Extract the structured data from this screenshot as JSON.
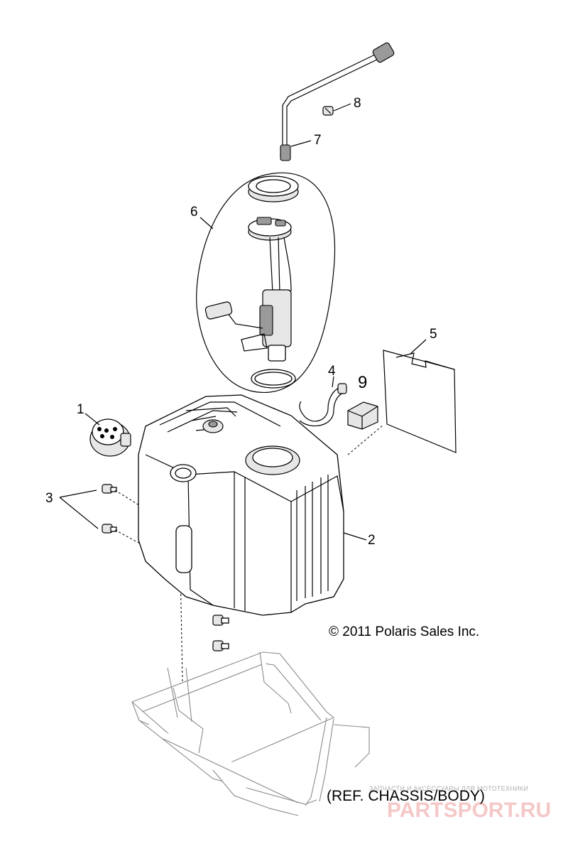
{
  "callouts": [
    {
      "id": "1",
      "label": "1"
    },
    {
      "id": "2",
      "label": "2"
    },
    {
      "id": "3",
      "label": "3"
    },
    {
      "id": "4",
      "label": "4"
    },
    {
      "id": "5",
      "label": "5"
    },
    {
      "id": "6",
      "label": "6"
    },
    {
      "id": "7",
      "label": "7"
    },
    {
      "id": "8",
      "label": "8"
    },
    {
      "id": "9",
      "label": "9"
    }
  ],
  "copyright": "© 2011 Polaris Sales Inc.",
  "reference_note": "(REF. CHASSIS/BODY)",
  "watermark": {
    "small": "ЗАПЧАСТИ И АКСЕССУАРЫ ДЛЯ МОТОТЕХНИКИ",
    "big": "PARTSPORT.RU"
  },
  "parts": [
    "fuel-cap",
    "fuel-tank",
    "bolt",
    "vent-hose",
    "decal",
    "fuel-pump-assembly",
    "fuel-line",
    "clip",
    "kit-box"
  ],
  "colors": {
    "line": "#000000",
    "frame": "#8a8a8a",
    "watermark": "#f2b6b6"
  }
}
